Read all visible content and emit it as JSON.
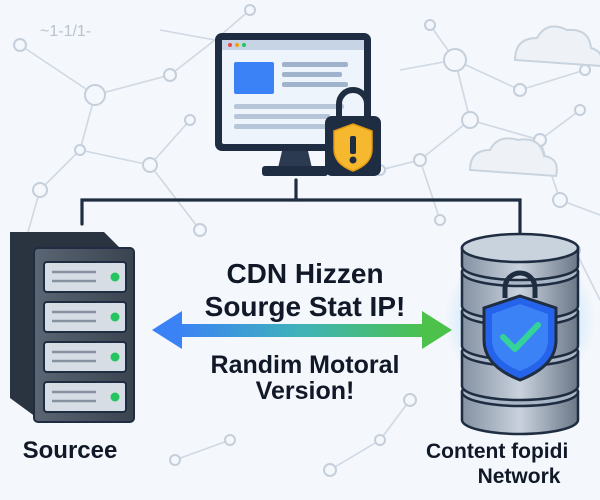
{
  "diagram": {
    "center_text": {
      "line1": "CDN Hizzen",
      "line2": "Sourge Stat IP!",
      "line3": "Randim Motoral",
      "line4": "Version!"
    },
    "source_label": "Sourcee",
    "cdn_label_line1": "Content fopidi",
    "cdn_label_line2": "Network",
    "background_text": "~1-1/1-",
    "colors": {
      "navy": "#1f2d42",
      "server_gray": "#4b5563",
      "monitor_blue": "#3b82f6",
      "lock_gold": "#f5b82e",
      "arrow_blue": "#3b82f6",
      "arrow_green": "#4cc24a",
      "shield_blue": "#2563eb",
      "check_green": "#34d399",
      "status_green": "#22c55e"
    },
    "icons": [
      "cloud-icon",
      "monitor-icon",
      "padlock-icon",
      "server-rack-icon",
      "database-stack-icon",
      "shield-icon",
      "checkmark-icon",
      "double-arrow-icon"
    ]
  }
}
